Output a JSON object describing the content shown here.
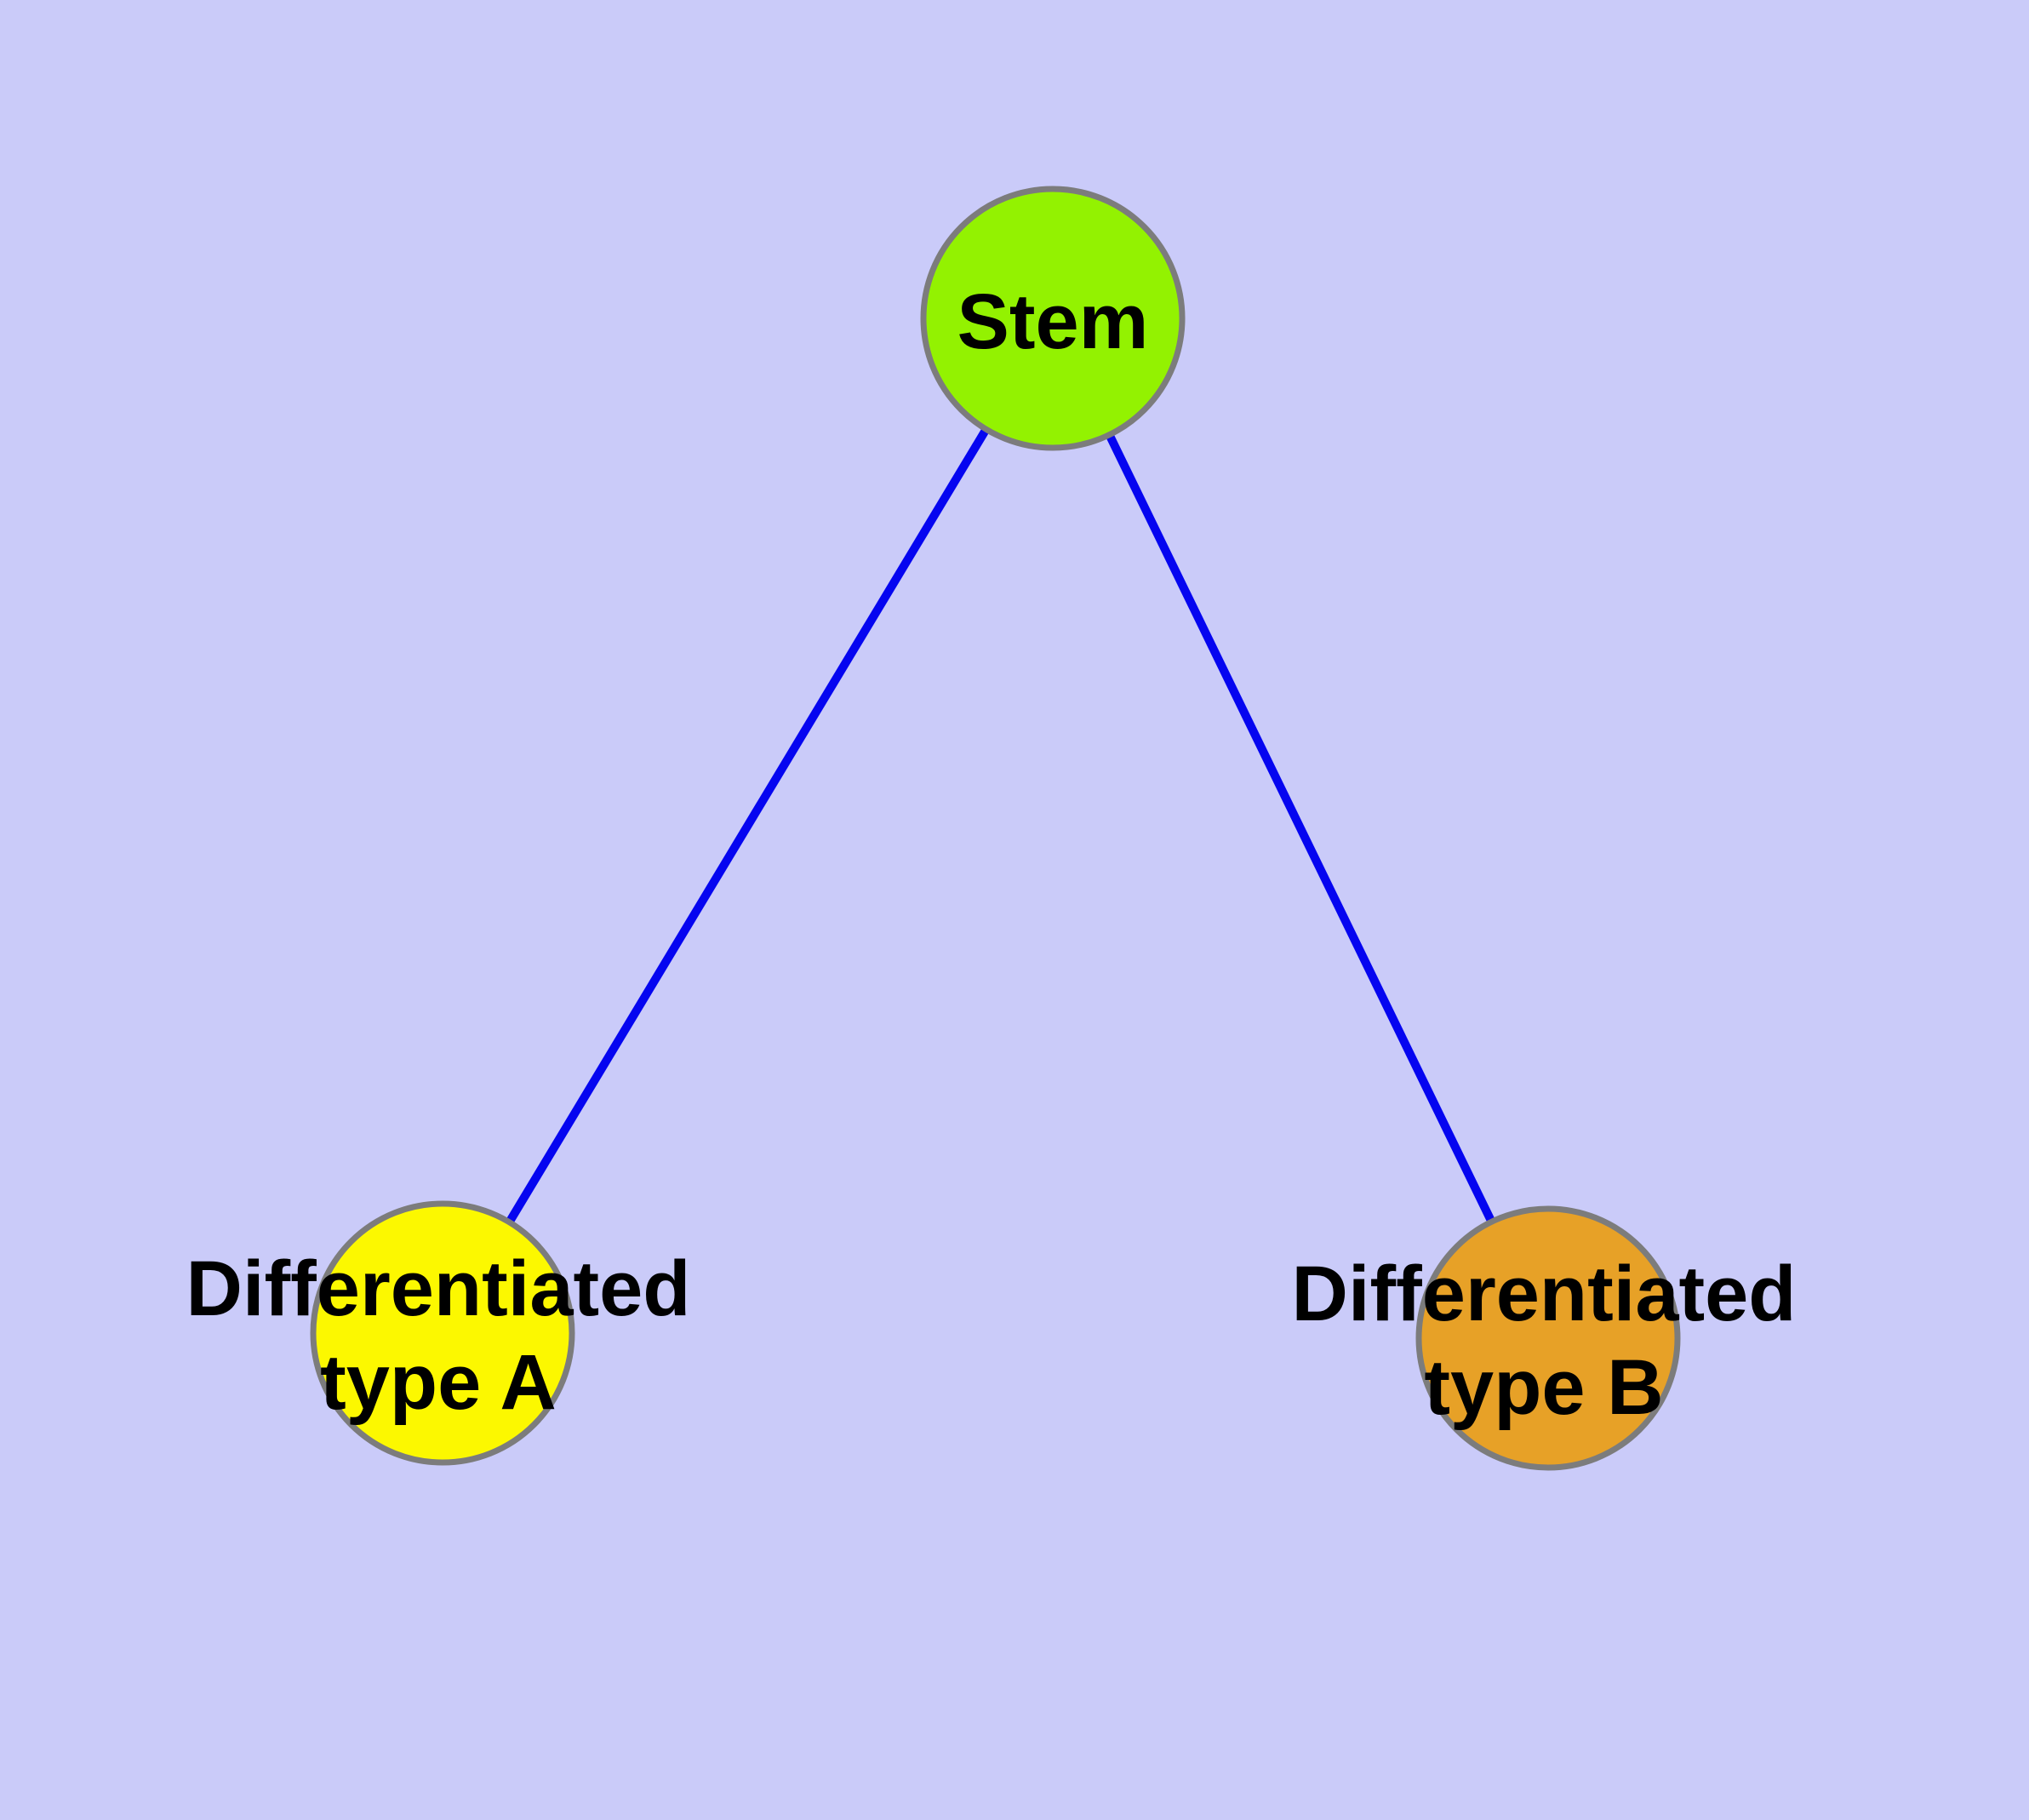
{
  "diagram": {
    "background_color": "#CACBF9",
    "edge_color": "#0505F0",
    "node_border_color": "#7C7C7C",
    "label_color": "#000000",
    "nodes": {
      "stem": {
        "label_lines": [
          "Stem"
        ],
        "fill_color": "#93F201"
      },
      "diff_a": {
        "label_lines": [
          "Differentiated",
          "type A"
        ],
        "fill_color": "#FCF800"
      },
      "diff_b": {
        "label_lines": [
          "Differentiated",
          "type B"
        ],
        "fill_color": "#E7A127"
      }
    },
    "edges": [
      {
        "from": "stem",
        "to": "diff_a"
      },
      {
        "from": "stem",
        "to": "diff_b"
      }
    ]
  }
}
